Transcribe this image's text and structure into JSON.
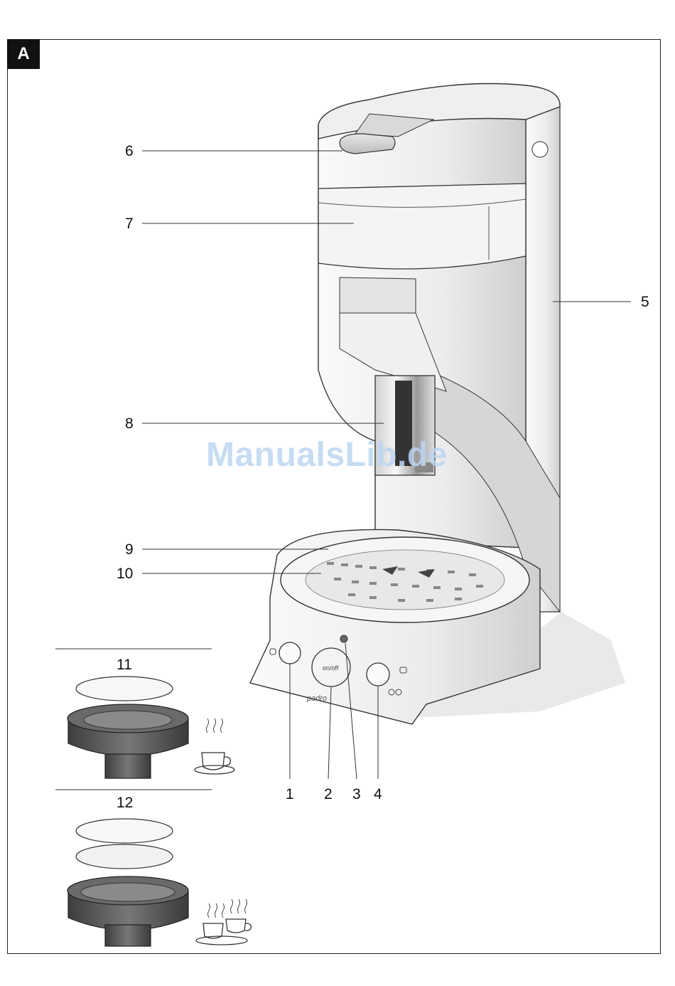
{
  "figure": {
    "badge": "A",
    "watermark": "ManualsLib.de",
    "button_label": "on/off",
    "brand_label": "padro"
  },
  "callouts": {
    "c1": "1",
    "c2": "2",
    "c3": "3",
    "c4": "4",
    "c5": "5",
    "c6": "6",
    "c7": "7",
    "c8": "8",
    "c9": "9",
    "c10": "10",
    "c11": "11",
    "c12": "12"
  },
  "colors": {
    "outline": "#333333",
    "body_light": "#f2f2f2",
    "body_shade": "#d9d9d9",
    "holder_dark": "#5a5a5a"
  },
  "icons": [
    "cup-icon",
    "two-cups-icon",
    "steam-icon"
  ]
}
